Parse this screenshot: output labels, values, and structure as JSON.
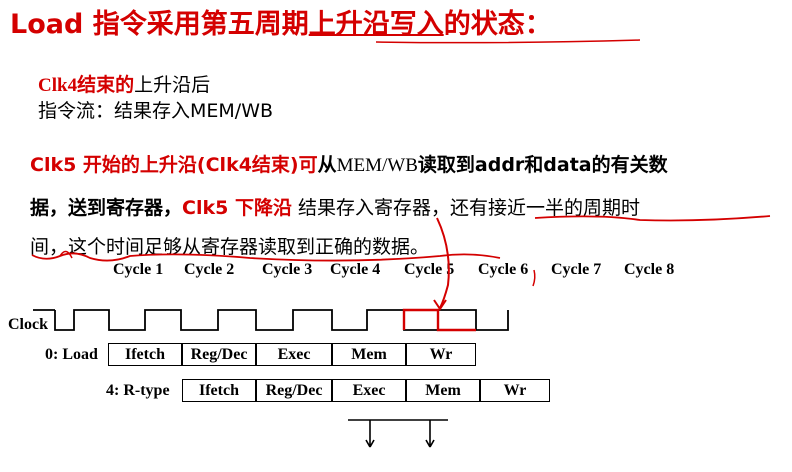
{
  "title": {
    "prefix": "Load 指令采用第五周期",
    "underlined": "上升沿写入",
    "suffix": "的状态："
  },
  "intro": {
    "line1_red": "Clk4结束的",
    "line1_rest": "上升沿后",
    "line2": "指令流：结果存入MEM/WB"
  },
  "para": {
    "p1_red": "Clk5 开始的上升沿(Clk4结束)可",
    "p1_a": "从",
    "p1_b": "MEM/WB",
    "p1_c": "读取到addr和data的有关数",
    "p2_a": "据，送到寄存器，",
    "p2_red": "Clk5 下降沿",
    "p2_b": " 结果存入寄存器，",
    "p2_c": "还有接近一半的周期时",
    "p3": "间，这个时间足够从寄存器读取到正确的数据。"
  },
  "cycles": [
    "Cycle 1",
    "Cycle 2",
    "Cycle 3",
    "Cycle 4",
    "Cycle 5",
    "Cycle 6",
    "Cycle 7",
    "Cycle 8"
  ],
  "clock_label": "Clock",
  "rows": [
    {
      "label": "0: Load",
      "stages": [
        "Ifetch",
        "Reg/Dec",
        "Exec",
        "Mem",
        "Wr"
      ]
    },
    {
      "label": "4: R-type",
      "stages": [
        "Ifetch",
        "Reg/Dec",
        "Exec",
        "Mem",
        "Wr"
      ]
    }
  ],
  "colors": {
    "accent": "#d40000",
    "text": "#000000"
  }
}
